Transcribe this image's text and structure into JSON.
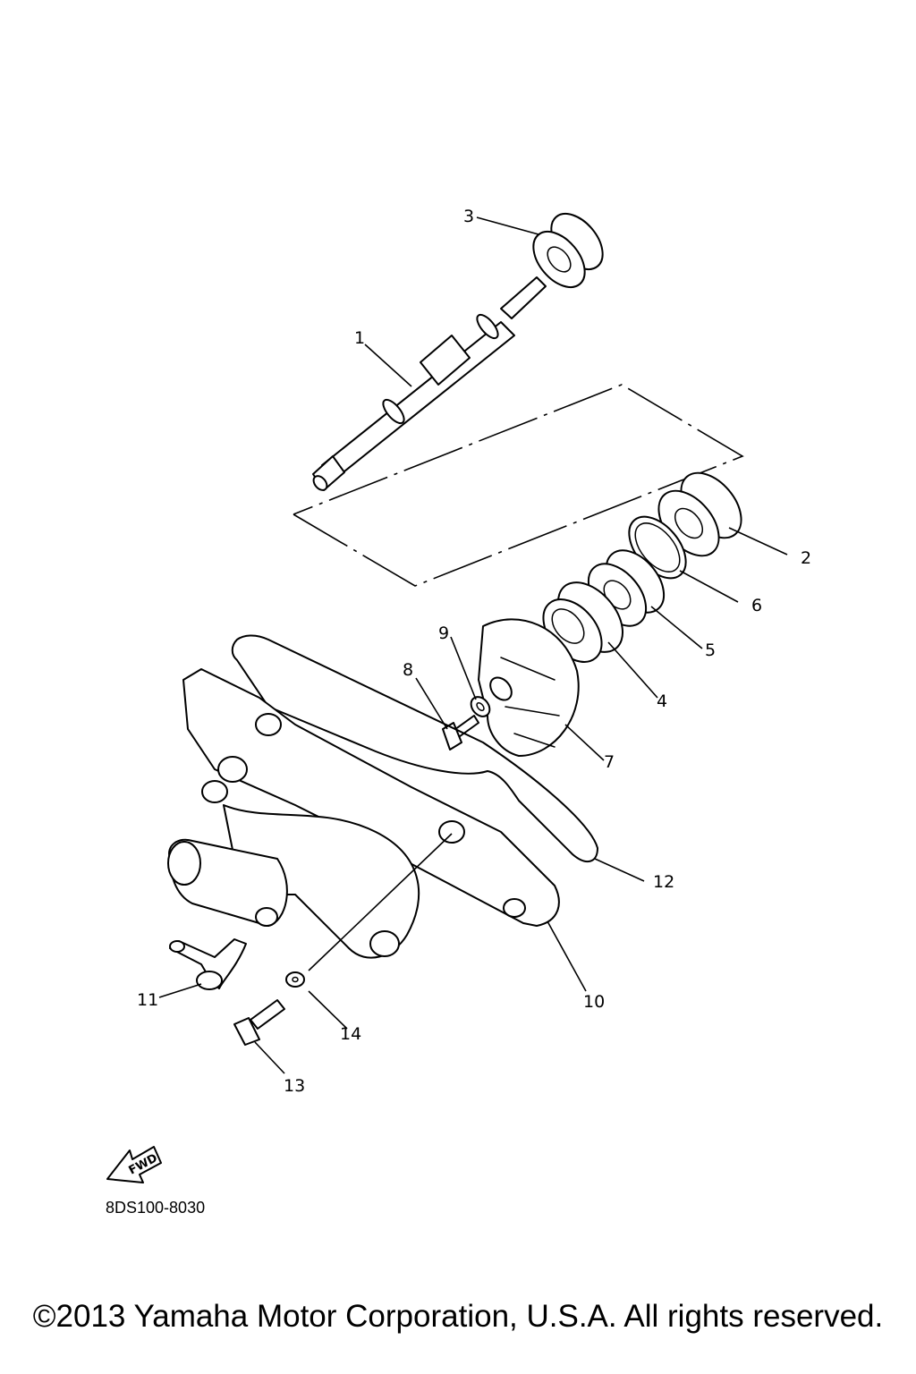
{
  "callouts": [
    {
      "number": "1"
    },
    {
      "number": "2"
    },
    {
      "number": "3"
    },
    {
      "number": "4"
    },
    {
      "number": "5"
    },
    {
      "number": "6"
    },
    {
      "number": "7"
    },
    {
      "number": "8"
    },
    {
      "number": "9"
    },
    {
      "number": "10"
    },
    {
      "number": "11"
    },
    {
      "number": "12"
    },
    {
      "number": "13"
    },
    {
      "number": "14"
    }
  ],
  "fwd_label": "FWD",
  "diagram_code": "8DS100-8030",
  "copyright": "©2013 Yamaha Motor Corporation, U.S.A. All rights reserved."
}
